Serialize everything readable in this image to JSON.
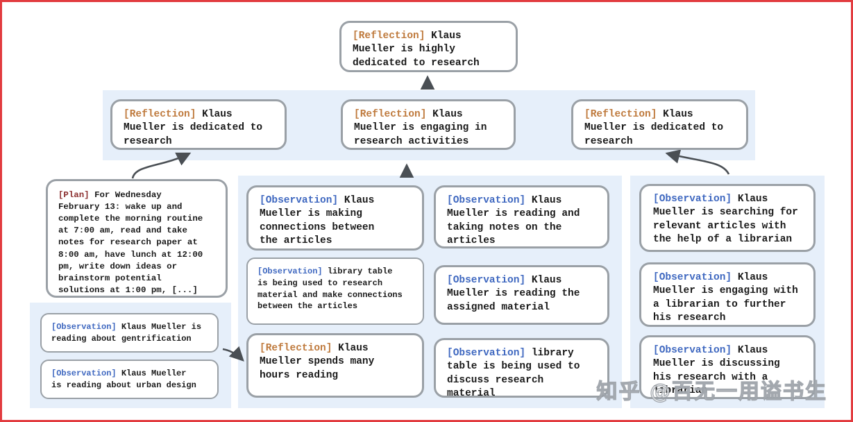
{
  "colors": {
    "reflection_tag": "#bf7a3d",
    "observation_tag": "#3f68c0",
    "plan_tag": "#8b2e2e",
    "panel_bg": "#e6effa",
    "box_border": "#9aa0a6",
    "arrow": "#4a4f54",
    "frame_border": "#e23b3f"
  },
  "watermark": "知乎 @百无一用谥书生",
  "nodes": {
    "root": {
      "tag": "[Reflection]",
      "text": "Klaus\nMueller is highly\ndedicated to research"
    },
    "row2": [
      {
        "tag": "[Reflection]",
        "text": "Klaus\nMueller is dedicated to\nresearch"
      },
      {
        "tag": "[Reflection]",
        "text": "Klaus\nMueller is engaging in\nresearch activities"
      },
      {
        "tag": "[Reflection]",
        "text": "Klaus\nMueller is dedicated to\nresearch"
      }
    ],
    "plan": {
      "tag": "[Plan]",
      "text": "For Wednesday\nFebruary 13: wake up and\ncomplete the morning routine\nat 7:00 am, read and take\nnotes for research paper at\n8:00 am, have lunch at 12:00\npm, write down ideas or\nbrainstorm potential\nsolutions at 1:00 pm, [...]"
    },
    "left_panel": [
      {
        "tag": "[Observation]",
        "text": "Klaus Mueller is\nreading about gentrification"
      },
      {
        "tag": "[Observation]",
        "text": "Klaus Mueller\nis reading about urban design"
      }
    ],
    "middle_col1": [
      {
        "tag": "[Observation]",
        "text": "Klaus\nMueller is making\nconnections between\nthe articles"
      },
      {
        "tag": "[Observation]",
        "text": "library table\nis being used to research\nmaterial and make connections\nbetween the articles"
      },
      {
        "tag": "[Reflection]",
        "text": "Klaus\nMueller spends many\nhours reading"
      }
    ],
    "middle_col2": [
      {
        "tag": "[Observation]",
        "text": "Klaus\nMueller is reading and\ntaking notes on the\narticles"
      },
      {
        "tag": "[Observation]",
        "text": "Klaus\nMueller is reading the\nassigned material"
      },
      {
        "tag": "[Observation]",
        "text": "library\ntable is being used to\ndiscuss research material"
      }
    ],
    "right_panel": [
      {
        "tag": "[Observation]",
        "text": "Klaus\nMueller is searching for\nrelevant articles with\nthe help of a librarian"
      },
      {
        "tag": "[Observation]",
        "text": "Klaus\nMueller is engaging with\na librarian to further\nhis research"
      },
      {
        "tag": "[Observation]",
        "text": "Klaus\nMueller is discussing\nhis research with a\nlibrarian"
      }
    ]
  }
}
